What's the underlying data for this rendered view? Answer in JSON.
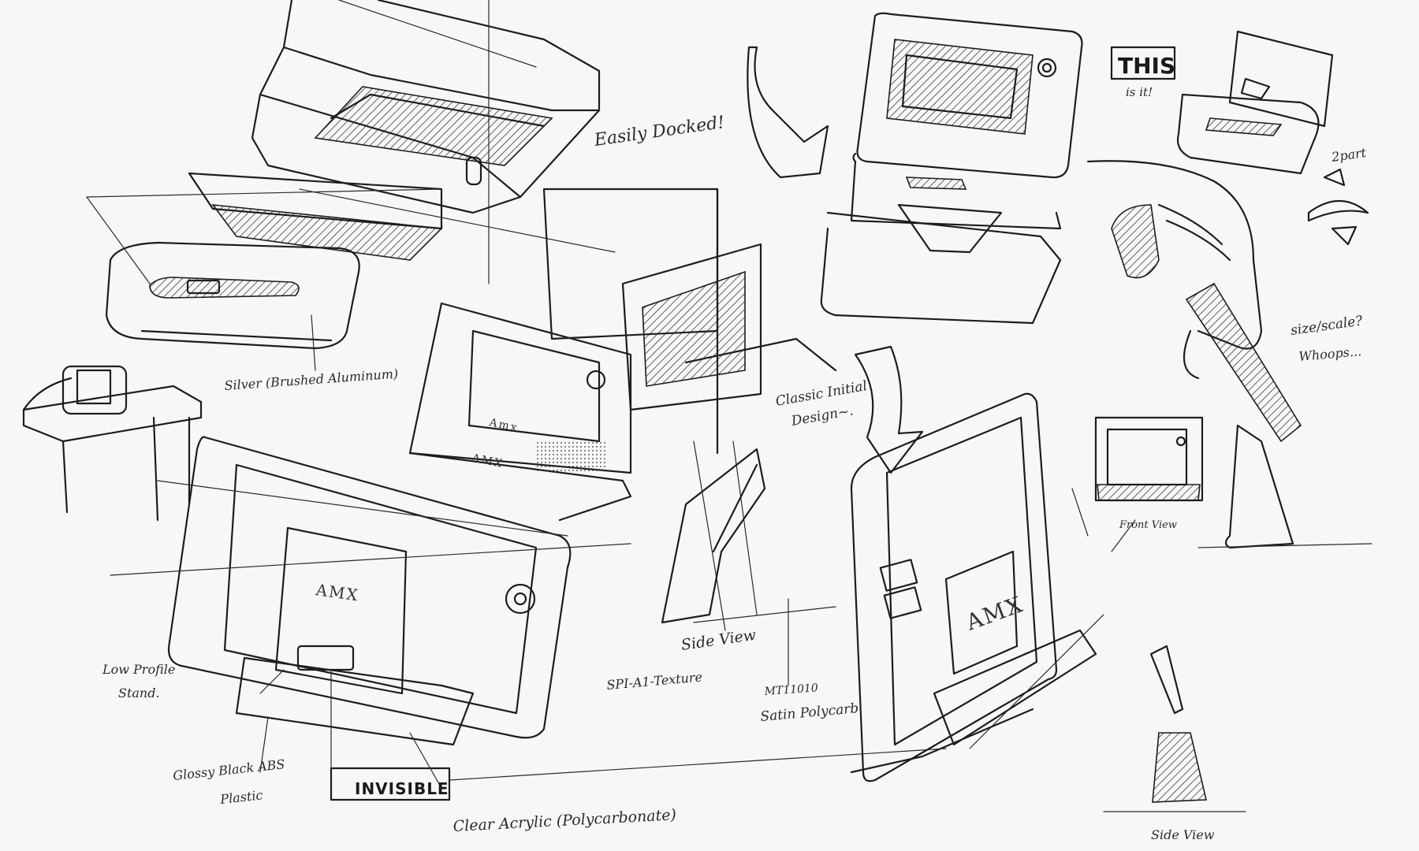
{
  "notes": {
    "easily_docked": "Easily Docked!",
    "this_is_it_box": "THIS",
    "this_is_it_sub": "is it!",
    "two_part": "2part",
    "size_scale": "size/scale?",
    "whoops": "Whoops...",
    "silver": "Silver (Brushed Aluminum)",
    "classic_1": "Classic Initial",
    "classic_2": "Design~.",
    "front_view": "Front View",
    "side_view_mid": "Side View",
    "low_profile_1": "Low Profile",
    "low_profile_2": "Stand.",
    "spi_texture": "SPI-A1-Texture",
    "mt_code": "MT11010",
    "satin": "Satin Polycarb",
    "glossy_1": "Glossy Black ABS",
    "glossy_2": "Plastic",
    "invisible": "INVISIBLE",
    "clear_acrylic": "Clear Acrylic (Polycarbonate)",
    "side_view_right": "Side View"
  },
  "logos": {
    "amx_large": "AMX",
    "amx_mid_1": "Amx",
    "amx_mid_2": "AMX",
    "amx_right": "AMX"
  },
  "colors": {
    "paper": "#f7f7f5",
    "ink": "#1d1d1d"
  }
}
